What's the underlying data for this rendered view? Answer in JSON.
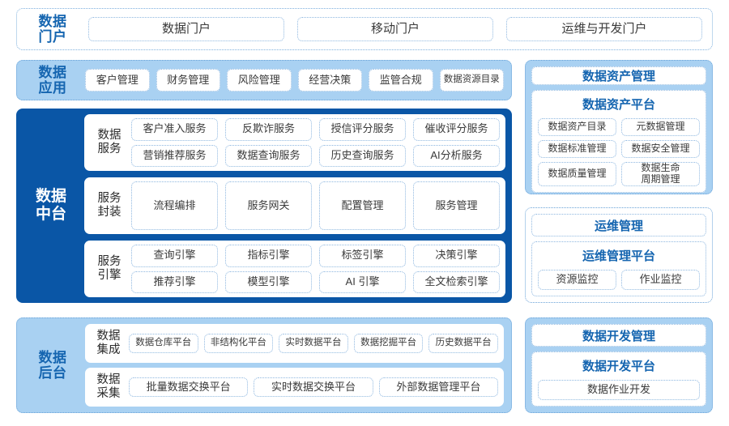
{
  "colors": {
    "dark_blue": "#0a56a6",
    "light_blue": "#a9d1f2",
    "title_blue": "#1565b0",
    "card_border": "#8fb8e0",
    "white": "#ffffff"
  },
  "portal": {
    "label": "数据\n门户",
    "label_line1": "数据",
    "label_line2": "门户",
    "items": [
      {
        "label": "数据门户"
      },
      {
        "label": "移动门户"
      },
      {
        "label": "运维与开发门户"
      }
    ]
  },
  "application": {
    "label_line1": "数据",
    "label_line2": "应用",
    "items": [
      {
        "label": "客户管理"
      },
      {
        "label": "财务管理"
      },
      {
        "label": "风险管理"
      },
      {
        "label": "经营决策"
      },
      {
        "label": "监管合规"
      },
      {
        "label": "数据资源目录"
      }
    ]
  },
  "middle_platform": {
    "label_line1": "数据",
    "label_line2": "中台",
    "groups": [
      {
        "name": "data-service",
        "label_line1": "数据",
        "label_line2": "服务",
        "rows": [
          [
            "客户准入服务",
            "反欺诈服务",
            "授信评分服务",
            "催收评分服务"
          ],
          [
            "营销推荐服务",
            "数据查询服务",
            "历史查询服务",
            "AI分析服务"
          ]
        ]
      },
      {
        "name": "service-encapsulation",
        "label_line1": "服务",
        "label_line2": "封装",
        "rows": [
          [
            "流程编排",
            "服务网关",
            "配置管理",
            "服务管理"
          ]
        ]
      },
      {
        "name": "service-engine",
        "label_line1": "服务",
        "label_line2": "引擎",
        "rows": [
          [
            "查询引擎",
            "指标引擎",
            "标签引擎",
            "决策引擎"
          ],
          [
            "推荐引擎",
            "模型引擎",
            "AI 引擎",
            "全文检索引擎"
          ]
        ]
      }
    ]
  },
  "backend": {
    "label_line1": "数据",
    "label_line2": "后台",
    "groups": [
      {
        "name": "data-integration",
        "label_line1": "数据",
        "label_line2": "集成",
        "items": [
          "数据仓库平台",
          "非结构化平台",
          "实时数据平台",
          "数据挖掘平台",
          "历史数据平台"
        ]
      },
      {
        "name": "data-collection",
        "label_line1": "数据",
        "label_line2": "采集",
        "items": [
          "批量数据交换平台",
          "实时数据交换平台",
          "外部数据管理平台"
        ]
      }
    ]
  },
  "right_panels": [
    {
      "name": "data-asset-management",
      "title": "数据资产管理",
      "subtitle": "数据资产平台",
      "rows": [
        [
          "数据资产目录",
          "元数据管理"
        ],
        [
          "数据标准管理",
          "数据安全管理"
        ],
        [
          "数据质量管理",
          "数据生命\n周期管理"
        ]
      ],
      "special_item": {
        "line1": "数据生命",
        "line2": "周期管理"
      }
    },
    {
      "name": "operations-management",
      "title": "运维管理",
      "subtitle": "运维管理平台",
      "rows": [
        [
          "资源监控",
          "作业监控"
        ]
      ]
    },
    {
      "name": "data-development-management",
      "title": "数据开发管理",
      "subtitle": "数据开发平台",
      "rows": [
        [
          "数据作业开发"
        ]
      ]
    }
  ]
}
